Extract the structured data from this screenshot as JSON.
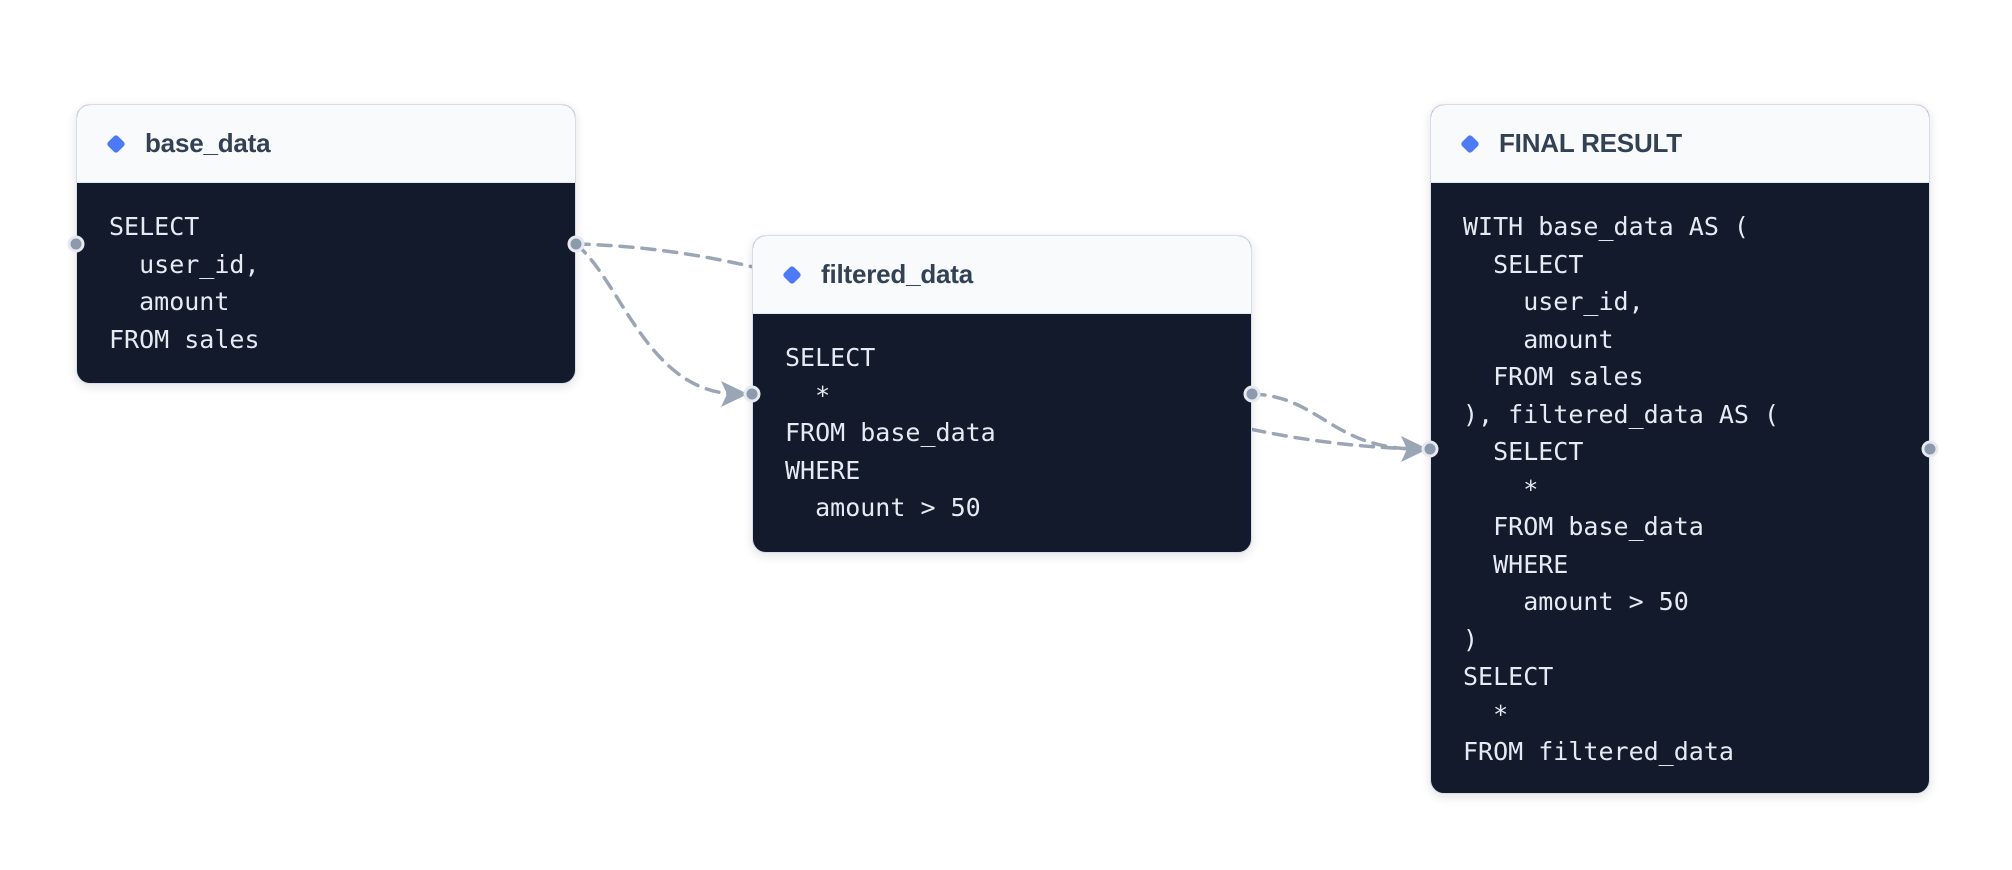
{
  "app": {
    "description": "SQL CTE lineage flow diagram with three query nodes connected by dashed dependency edges"
  },
  "colors": {
    "canvas_bg": "#ffffff",
    "node_header_bg": "#f8fafc",
    "node_body_bg": "#131a2c",
    "node_border": "#d8dee9",
    "header_divider": "#e2e8f0",
    "title_text": "#334155",
    "code_text": "#e6eaf2",
    "diamond_accent": "#4c7af5",
    "edge_stroke": "#9aa5b6",
    "handle_fill": "#8d99ad",
    "handle_ring": "#e6eaf0"
  },
  "icons": {
    "node_type_icon": "diamond"
  },
  "nodes": [
    {
      "id": "base_data",
      "title": "base_data",
      "code": "SELECT\n  user_id,\n  amount\nFROM sales"
    },
    {
      "id": "filtered_data",
      "title": "filtered_data",
      "code": "SELECT\n  *\nFROM base_data\nWHERE\n  amount > 50"
    },
    {
      "id": "final_result",
      "title": "FINAL RESULT",
      "code": "WITH base_data AS (\n  SELECT\n    user_id,\n    amount\n  FROM sales\n), filtered_data AS (\n  SELECT\n    *\n  FROM base_data\n  WHERE\n    amount > 50\n)\nSELECT\n  *\nFROM filtered_data"
    }
  ],
  "edges": [
    {
      "from": "base_data",
      "to": "filtered_data",
      "style": "dashed",
      "arrow": "target"
    },
    {
      "from": "base_data",
      "to": "final_result",
      "style": "dashed",
      "arrow": "target"
    },
    {
      "from": "filtered_data",
      "to": "final_result",
      "style": "dashed",
      "arrow": "target"
    }
  ]
}
